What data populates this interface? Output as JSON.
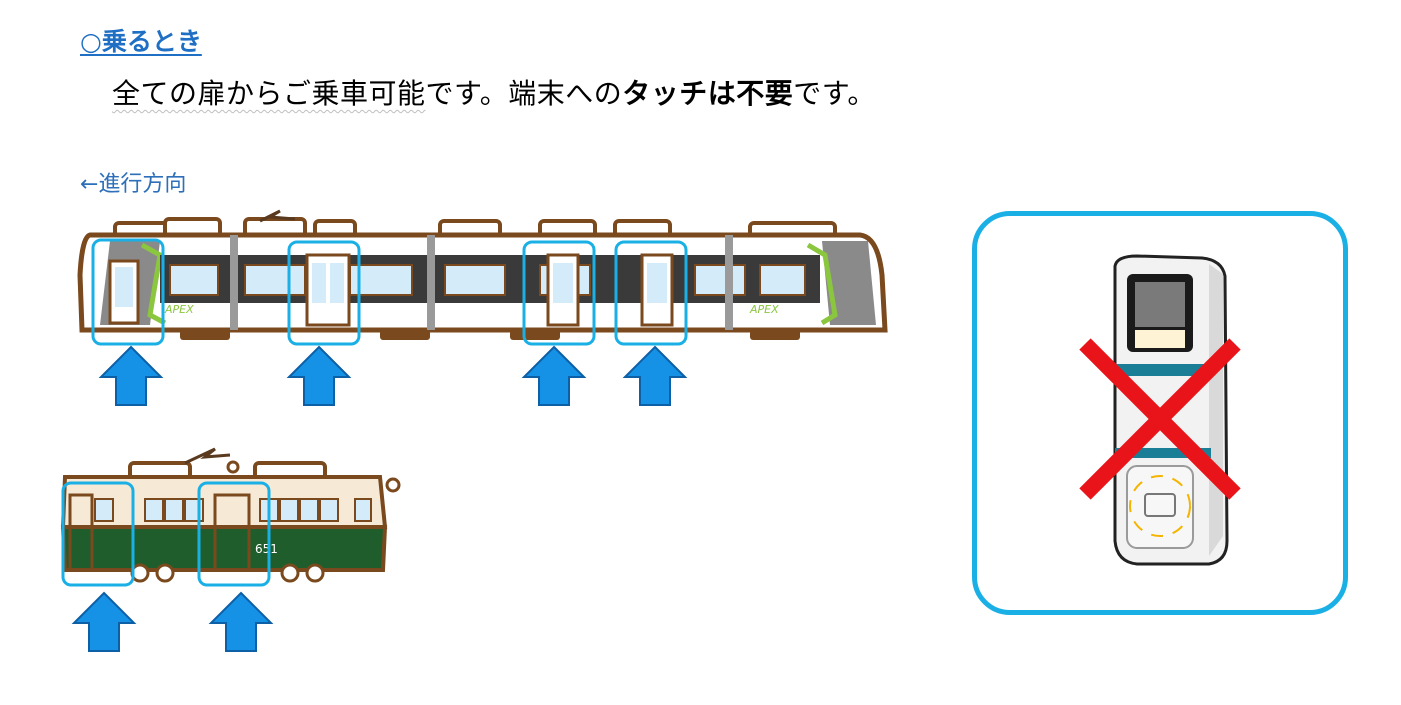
{
  "heading": "○乗るとき",
  "body": {
    "part1": "全ての扉からご乗車可能",
    "part2": "です。端末への",
    "part3": "タッチは不要",
    "part4": "です。"
  },
  "direction_label": "←進行方向",
  "tram1": {
    "brand": "APEX",
    "doors_highlighted": 4
  },
  "tram2": {
    "number": "651",
    "doors_highlighted": 2
  },
  "reader": {
    "icon": "card-reader-icon",
    "overlay": "red-x-icon"
  },
  "colors": {
    "heading": "#1f6fc4",
    "highlight": "#1ab0e6",
    "arrow": "#1591e6",
    "cross": "#e8141a",
    "tram_outline": "#7a4a1e",
    "tram2_body": "#1f5e2c",
    "tram2_top": "#f6ead6",
    "apex_accent": "#8bc63f"
  }
}
